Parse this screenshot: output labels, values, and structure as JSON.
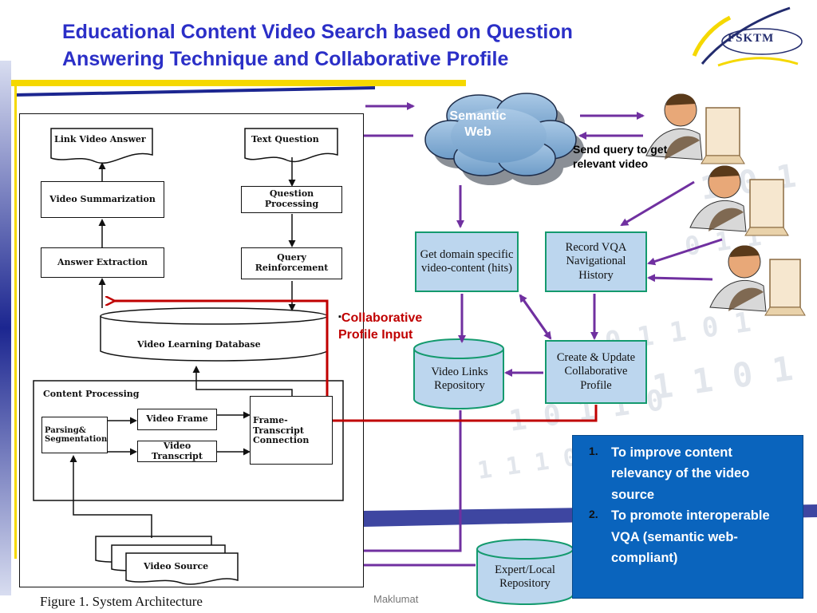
{
  "slide": {
    "title_line1": "Educational Content Video Search based on Question",
    "title_line2": "Answering Technique and Collaborative Profile",
    "logo_text": "FSKTM",
    "footer_text": "Maklumat"
  },
  "figure": {
    "caption": "Figure 1. System Architecture",
    "link_video_answer": "Link Video Answer",
    "video_summarization": "Video Summarization",
    "answer_extraction": "Answer Extraction",
    "text_question": "Text Question",
    "question_processing": "Question Processing",
    "query_reinforcement": "Query Reinforcement",
    "video_learning_database": "Video Learning Database",
    "content_processing": "Content Processing",
    "parsing_segmentation": "Parsing& Segmentation",
    "video_frame": "Video Frame",
    "video_transcript": "Video Transcript",
    "frame_transcript_connection": "Frame-Transcript Connection",
    "video_source": "Video Source"
  },
  "flow": {
    "semantic_web": "Semantic Web",
    "send_query": "Send query to get relevant video",
    "get_domain": "Get domain specific video-content (hits)",
    "record_vqa": "Record VQA Navigational History",
    "create_update": "Create & Update Collaborative Profile",
    "video_links_repository": "Video Links Repository",
    "expert_local_repository": "Expert/Local Repository",
    "collaborative_profile_input": "Collaborative Profile Input"
  },
  "goals": {
    "items": [
      {
        "num": "1.",
        "text": "To improve content relevancy of the video source"
      },
      {
        "num": "2.",
        "text": "To promote interoperable VQA (semantic web-compliant)"
      }
    ]
  },
  "colors": {
    "title": "#2b2fc7",
    "flow_arrow": "#7030a0",
    "collab_arrow": "#c00000",
    "flow_box_fill": "#bcd6ee",
    "flow_box_border": "#149a6e",
    "goals_fill": "#0a64bd",
    "cloud": "#8ab4d8"
  }
}
